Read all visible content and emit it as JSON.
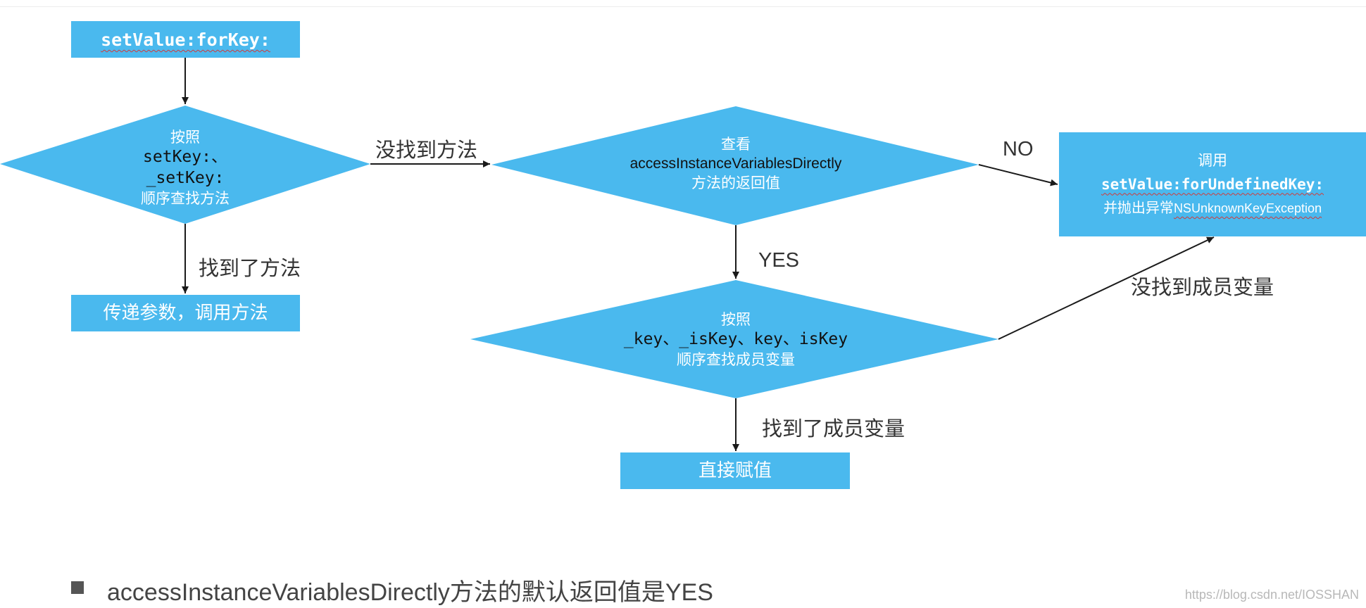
{
  "nodes": {
    "start": "setValue:forKey:",
    "decision_setter": {
      "line1": "按照",
      "line2": "setKey:、",
      "line3": "_setKey:",
      "line4": "顺序查找方法"
    },
    "call_setter": "传递参数，调用方法",
    "decision_access": {
      "line1": "查看",
      "line2": "accessInstanceVariablesDirectly",
      "line3": "方法的返回值"
    },
    "undefined_key": {
      "line1": "调用",
      "line2": "setValue:forUndefinedKey:",
      "line3_prefix": "并抛出异常",
      "line3_code": "NSUnknownKeyException"
    },
    "decision_ivar": {
      "line1": "按照",
      "line2": "_key、_isKey、key、isKey",
      "line3": "顺序查找成员变量"
    },
    "assign_direct": "直接赋值"
  },
  "edges": {
    "found_method": "找到了方法",
    "method_not_found": "没找到方法",
    "no": "NO",
    "yes": "YES",
    "ivar_not_found": "没找到成员变量",
    "found_ivar": "找到了成员变量"
  },
  "note": "accessInstanceVariablesDirectly方法的默认返回值是YES",
  "watermark": "https://blog.csdn.net/IOSSHAN",
  "colors": {
    "node_fill": "#4ab9ee",
    "arrow": "#1a1a1a",
    "label_text": "#333333"
  }
}
